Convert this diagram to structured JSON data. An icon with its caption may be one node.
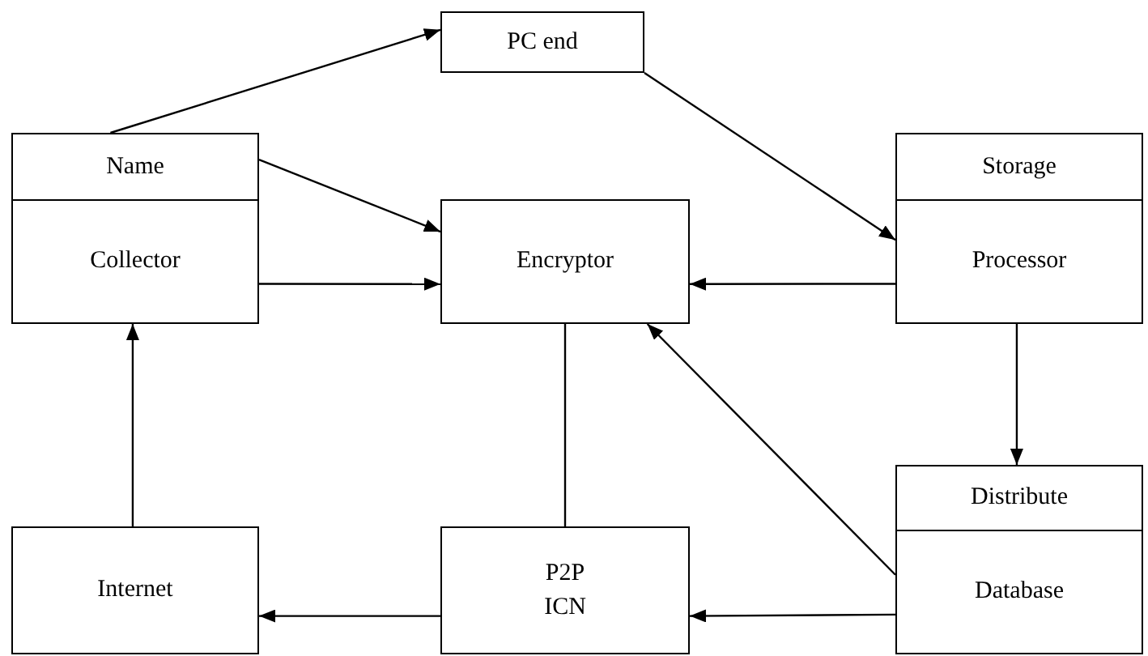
{
  "diagram": {
    "nodes": [
      {
        "text": [
          "PC end"
        ]
      },
      {
        "text": [
          "Name",
          "Collector"
        ]
      },
      {
        "text": [
          "Encryptor"
        ]
      },
      {
        "text": [
          "Storage",
          "Processor"
        ]
      },
      {
        "text": [
          "Internet"
        ]
      },
      {
        "text": [
          "P2P ICN"
        ]
      },
      {
        "text": [
          "Distribute",
          "Database"
        ]
      }
    ],
    "edges": [
      {
        "from": 1,
        "to": 0,
        "arrow": "to"
      },
      {
        "from": 0,
        "to": 3,
        "arrow": "to"
      },
      {
        "from": 1,
        "to": 2,
        "arrow": "to"
      },
      {
        "from": 1,
        "to": 2,
        "arrow": "to"
      },
      {
        "from": 3,
        "to": 2,
        "arrow": "to"
      },
      {
        "from": 3,
        "to": 6,
        "arrow": "to"
      },
      {
        "from": 6,
        "to": 2,
        "arrow": "to"
      },
      {
        "from": 2,
        "to": 5,
        "arrow": "none"
      },
      {
        "from": 6,
        "to": 5,
        "arrow": "to"
      },
      {
        "from": 5,
        "to": 4,
        "arrow": "to"
      },
      {
        "from": 4,
        "to": 1,
        "arrow": "to"
      }
    ]
  }
}
